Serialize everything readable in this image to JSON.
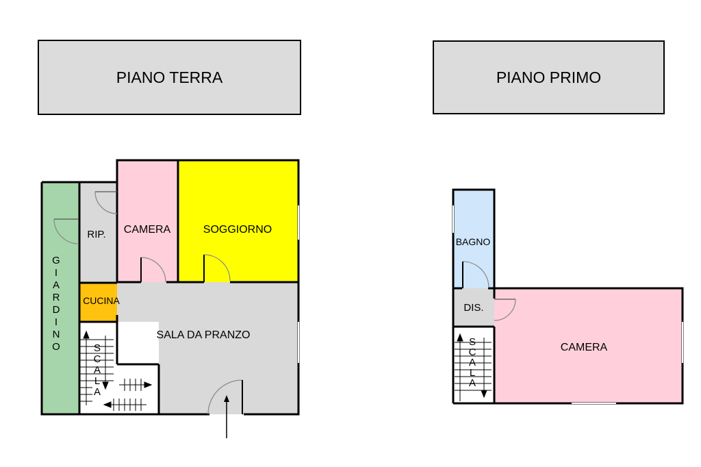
{
  "floors": [
    {
      "title": "PIANO TERRA",
      "rooms": {
        "giardino": "GIARDINO",
        "ripostiglio": "RIP.",
        "camera": "CAMERA",
        "soggiorno": "SOGGIORNO",
        "cucina": "CUCINA",
        "sala_da_pranzo": "SALA DA PRANZO",
        "scala": "SCALA"
      }
    },
    {
      "title": "PIANO PRIMO",
      "rooms": {
        "bagno": "BAGNO",
        "disimpegno": "DIS.",
        "camera": "CAMERA",
        "scala": "SCALA"
      }
    }
  ],
  "colors": {
    "garden": "#a6d5ab",
    "bedroom": "#ffd0dc",
    "living": "#ffff00",
    "kitchen": "#ffc20e",
    "neutral": "#d9d9d9",
    "bathroom": "#cfe6fb",
    "wall": "#000000",
    "door_arc": "#8c8c8c"
  }
}
